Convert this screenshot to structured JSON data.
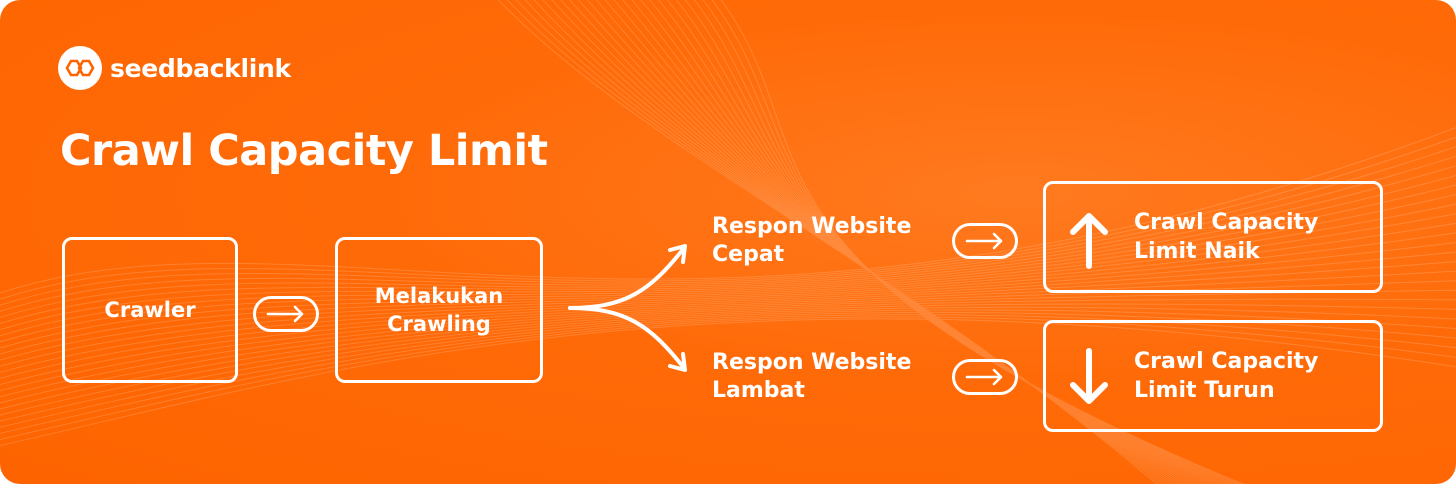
{
  "brand": {
    "name": "seedbacklink"
  },
  "title": "Crawl Capacity Limit",
  "flow": {
    "crawler": "Crawler",
    "crawling": "Melakukan\nCrawling",
    "fast_response": "Respon Website\nCepat",
    "slow_response": "Respon Website\nLambat",
    "limit_up": "Crawl Capacity\nLimit Naik",
    "limit_down": "Crawl Capacity\nLimit Turun"
  },
  "icons": {
    "logo": "hexagon-link-icon",
    "step_arrow": "arrow-right-icon",
    "branch": "split-arrow-icon",
    "increase": "arrow-up-icon",
    "decrease": "arrow-down-icon"
  },
  "colors": {
    "background": "#fd6400",
    "foreground": "#ffffff"
  }
}
